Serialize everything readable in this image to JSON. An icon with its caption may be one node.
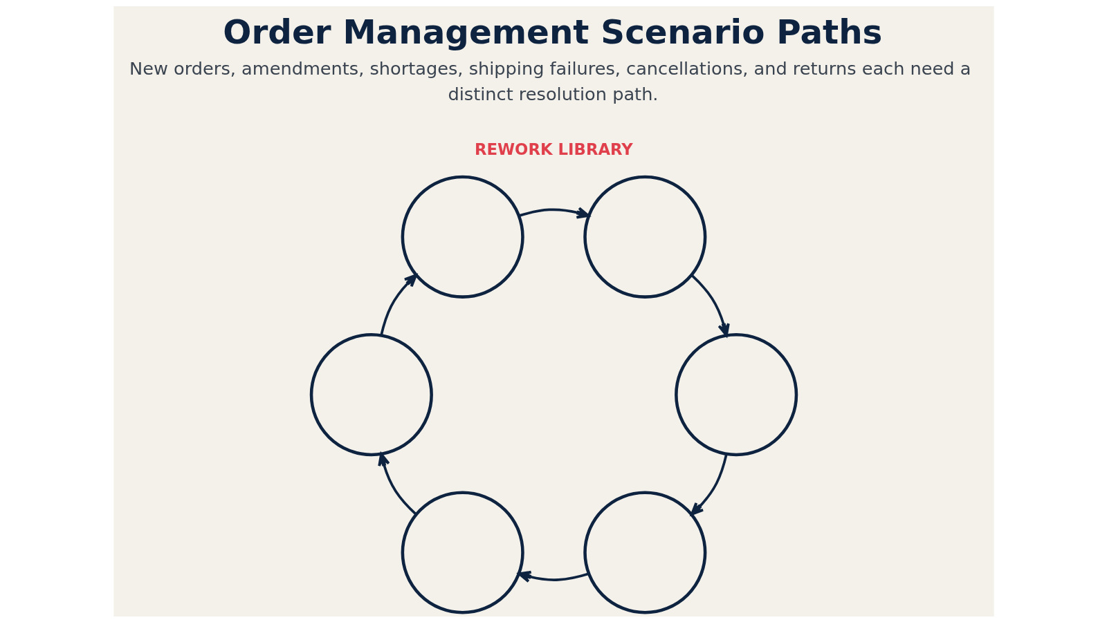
{
  "diagram": {
    "title": "Order Management Scenario Paths",
    "caption": "New orders, amendments, shortages, shipping failures, cancellations, and returns each need a distinct resolution path.",
    "nodes": [
      {
        "text": [],
        "shape": "circle"
      },
      {
        "text": [],
        "shape": "circle"
      },
      {
        "text": [],
        "shape": "circle"
      },
      {
        "text": [],
        "shape": "circle"
      },
      {
        "text": [],
        "shape": "circle"
      },
      {
        "text": [],
        "shape": "circle"
      }
    ],
    "edges": [
      {
        "from": 0,
        "to": 2,
        "arrow": "to"
      },
      {
        "from": 2,
        "to": 4,
        "arrow": "to"
      },
      {
        "from": 4,
        "to": 5,
        "arrow": "to"
      },
      {
        "from": 5,
        "to": 3,
        "arrow": "to"
      },
      {
        "from": 3,
        "to": 1,
        "arrow": "to"
      },
      {
        "from": 1,
        "to": 0,
        "arrow": "to"
      }
    ],
    "labels": [
      "REWORK LIBRARY"
    ]
  }
}
